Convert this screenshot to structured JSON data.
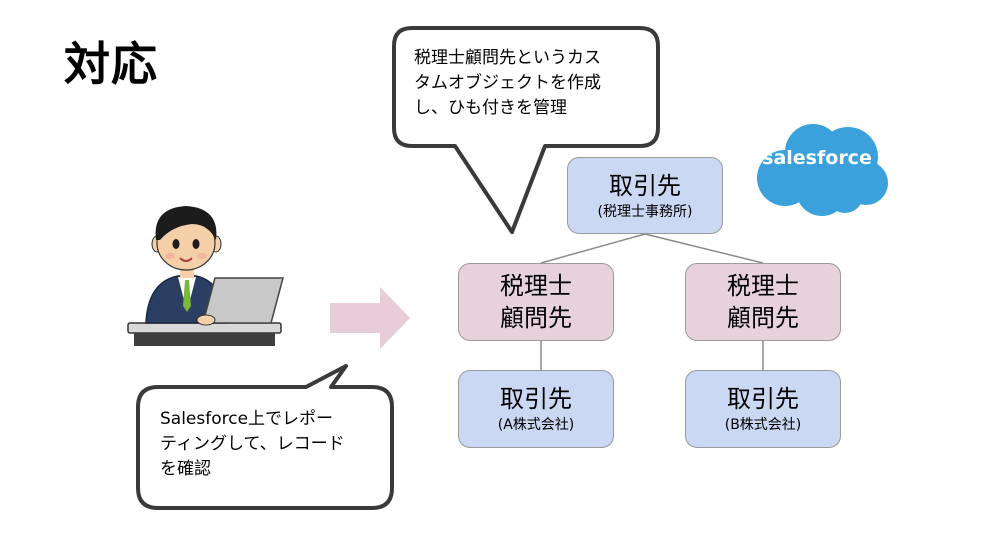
{
  "slide": {
    "title": "対応"
  },
  "bubble_top": {
    "line1": "税理士顧問先というカス",
    "line2": "タムオブジェクトを作成",
    "line3": "し、ひも付きを管理"
  },
  "bubble_bottom": {
    "line1": "Salesforce上でレポー",
    "line2": "ティングして、レコード",
    "line3": "を確認"
  },
  "logo": {
    "text": "salesforce",
    "color": "#3aa1dc"
  },
  "diagram": {
    "root": {
      "title": "取引先",
      "subtitle": "(税理士事務所)"
    },
    "middle_left": {
      "line1": "税理士",
      "line2": "顧問先"
    },
    "middle_right": {
      "line1": "税理士",
      "line2": "顧問先"
    },
    "leaf_left": {
      "title": "取引先",
      "subtitle": "(A株式会社)"
    },
    "leaf_right": {
      "title": "取引先",
      "subtitle": "(B株式会社)"
    }
  },
  "colors": {
    "account_box": "#cad8f3",
    "custom_object_box": "#e7d2dc",
    "arrow": "#e8cdd8"
  },
  "icons": [
    "businessman-laptop-illustration",
    "right-arrow-icon",
    "salesforce-cloud-logo"
  ]
}
